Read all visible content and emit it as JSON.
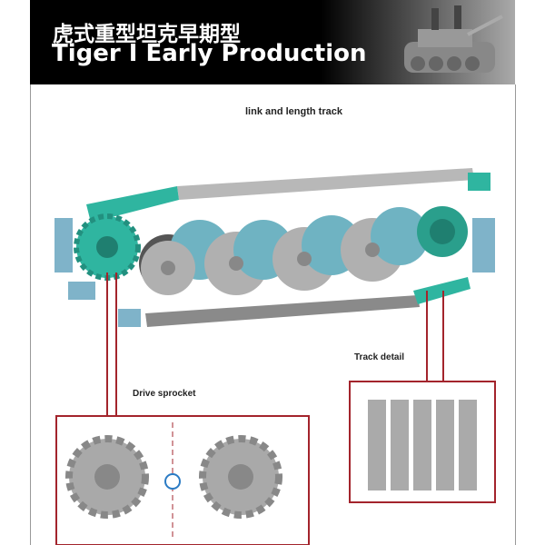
{
  "header": {
    "title_cn": "虎式重型坦克早期型",
    "title_en": "Tiger I Early Production"
  },
  "labels": {
    "track_type": "link and length track",
    "track_detail": "Track detail",
    "drive_sprocket": "Drive sprocket"
  },
  "colors": {
    "accent_teal": "#2fb5a0",
    "wheel_blue": "#6fb3c2",
    "part_gray": "#a9a9a9",
    "callout_red": "#a3242c"
  }
}
